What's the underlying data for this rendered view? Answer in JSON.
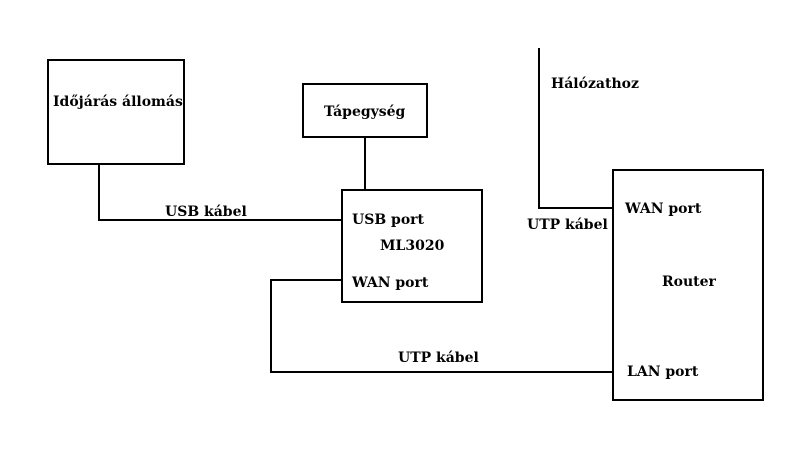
{
  "colors": {
    "line": "#000000",
    "background": "#ffffff"
  },
  "nodes": {
    "weather_station": "Időjárás állomás",
    "power_supply": "Tápegység",
    "ml3020": {
      "name": "ML3020",
      "usb_port": "USB port",
      "wan_port": "WAN port"
    },
    "router": {
      "name": "Router",
      "wan_port": "WAN port",
      "lan_port": "LAN port"
    }
  },
  "edges": {
    "usb_cable": "USB kábel",
    "utp_cable_router": "UTP kábel",
    "utp_cable_ml": "UTP kábel",
    "to_network": "Hálózathoz"
  }
}
